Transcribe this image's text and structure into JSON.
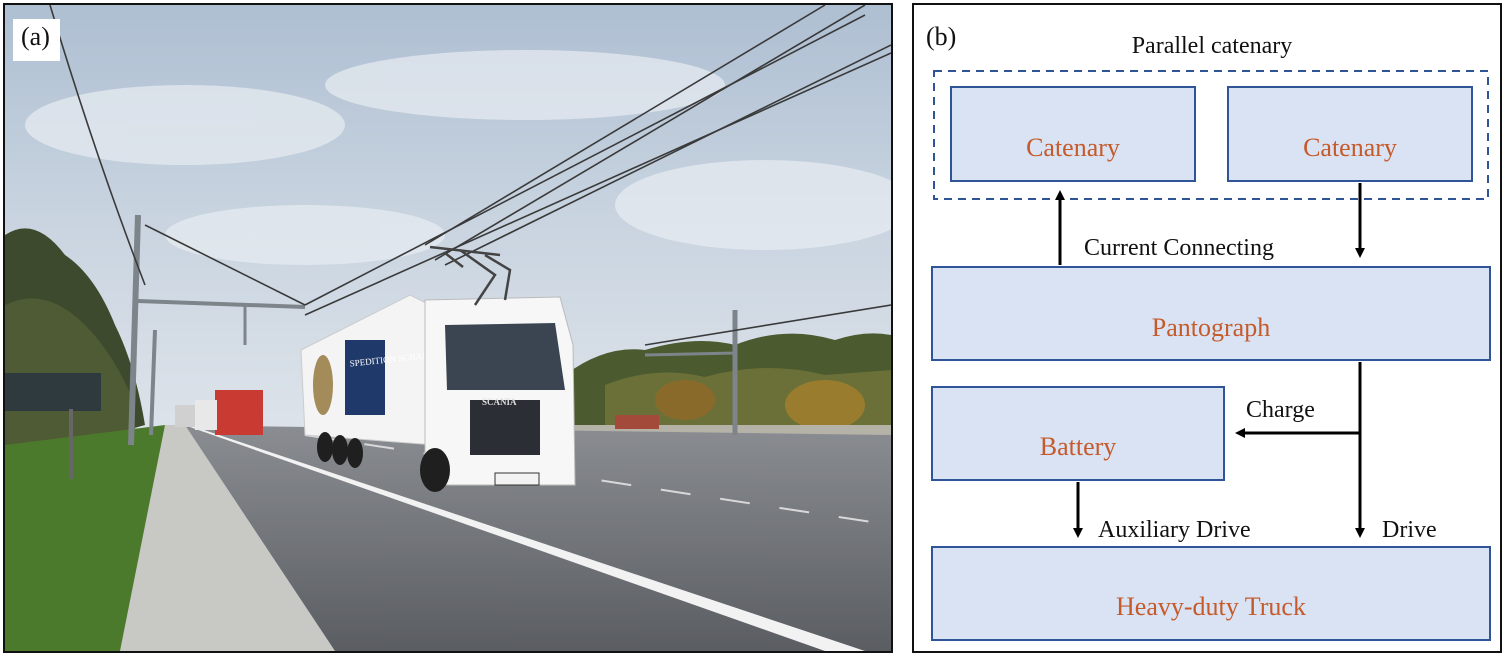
{
  "panel_a": {
    "label": "(a)",
    "truck_logo": "SCANIA",
    "trailer_text": "SPEDITION SCHANZ"
  },
  "panel_b": {
    "label": "(b)",
    "group_title": "Parallel catenary",
    "boxes": {
      "catenary_left": "Catenary",
      "catenary_right": "Catenary",
      "pantograph": "Pantograph",
      "battery": "Battery",
      "truck": "Heavy-duty Truck"
    },
    "edges": {
      "current_connecting": "Current Connecting",
      "charge": "Charge",
      "auxiliary_drive": "Auxiliary Drive",
      "drive": "Drive"
    }
  },
  "colors": {
    "box_fill": "#dae3f3",
    "box_stroke": "#2f5597",
    "box_text": "#c55a2b",
    "dashed_stroke": "#2f5597",
    "arrow": "#000000"
  }
}
